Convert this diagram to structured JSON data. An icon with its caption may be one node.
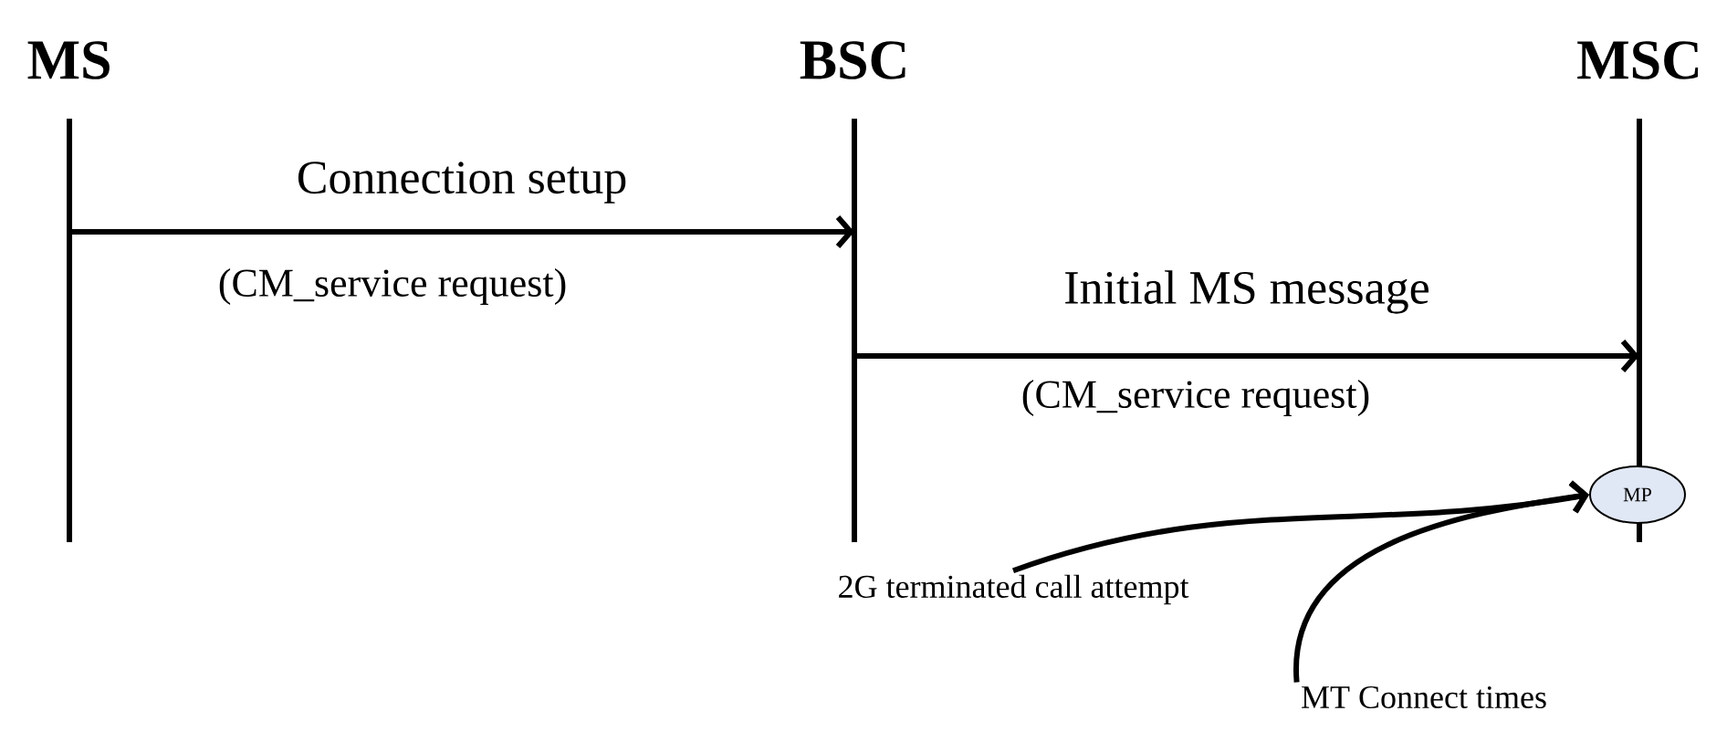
{
  "diagram": {
    "nodes": [
      {
        "text": [
          "MS"
        ]
      },
      {
        "text": [
          "BSC"
        ]
      },
      {
        "text": [
          "MSC"
        ]
      },
      {
        "text": [
          "MP"
        ],
        "in": 2
      },
      {
        "text": [
          "2G terminated call attempt"
        ]
      },
      {
        "text": [
          "MT Connect times"
        ]
      }
    ],
    "edges": [
      {
        "from": 0,
        "to": 1,
        "arrow": "to",
        "label": "Connection setup"
      },
      {
        "from": 1,
        "to": 2,
        "arrow": "to",
        "label": "Initial MS message"
      },
      {
        "from": 4,
        "to": 3,
        "arrow": "to"
      },
      {
        "from": 5,
        "to": 3,
        "arrow": "to"
      }
    ],
    "labels": [
      "(CM_service request)",
      "(CM_service request)"
    ]
  }
}
